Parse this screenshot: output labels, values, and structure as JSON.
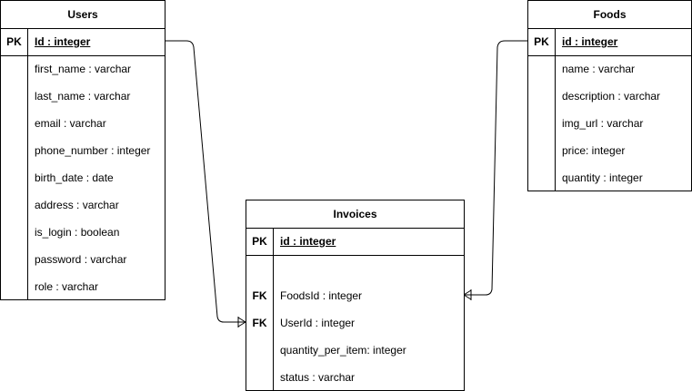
{
  "users": {
    "title": "Users",
    "pk_label": "PK",
    "pk_field": "Id : integer",
    "fields": [
      "first_name : varchar",
      "last_name : varchar",
      "email : varchar",
      "phone_number : integer",
      "birth_date : date",
      "address : varchar",
      "is_login : boolean",
      "password : varchar",
      "role : varchar"
    ]
  },
  "foods": {
    "title": "Foods",
    "pk_label": "PK",
    "pk_field": "id : integer",
    "fields": [
      "name : varchar",
      "description : varchar",
      "img_url : varchar",
      "price: integer",
      "quantity : integer"
    ]
  },
  "invoices": {
    "title": "Invoices",
    "pk_label": "PK",
    "pk_field": "id : integer",
    "fk_label": "FK",
    "fields": [
      "FoodsId : integer",
      "UserId : integer",
      "quantity_per_item: integer",
      "status : varchar"
    ]
  }
}
